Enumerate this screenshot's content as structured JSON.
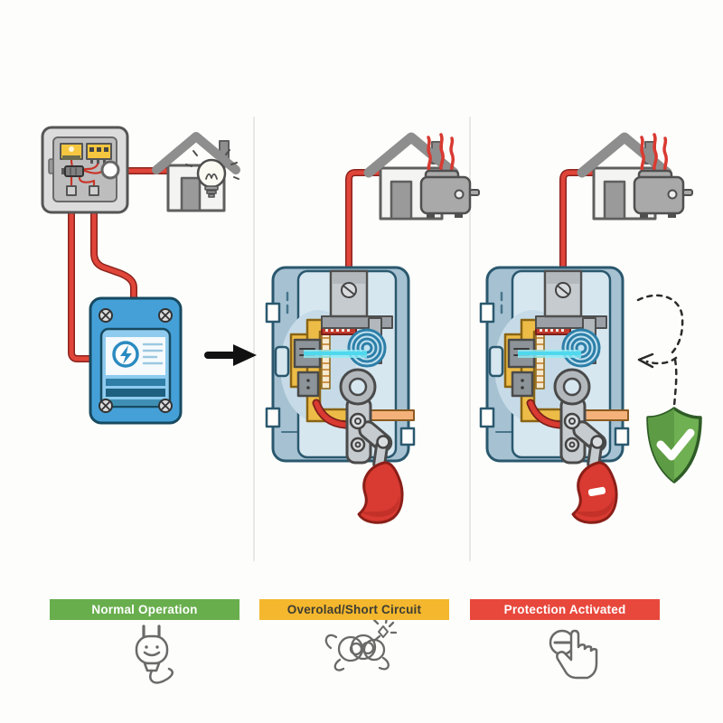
{
  "stages": [
    {
      "label": "Normal Operation",
      "bar_color": "#68ae4d",
      "text_color": "#ffffff",
      "icon": "happy-plug-icon"
    },
    {
      "label": "Overolad/Short Circuit",
      "bar_color": "#f4b72d",
      "text_color": "#3d3d33",
      "icon": "tangled-wire-spark-icon"
    },
    {
      "label": "Protection Activated",
      "bar_color": "#e8483c",
      "text_color": "#ffffff",
      "icon": "finger-press-switch-icon"
    }
  ],
  "colors": {
    "background": "#fdfdfb",
    "wire_red": "#e0453a",
    "wire_dark": "#8b231c",
    "breaker_device_blue": "#45a0d8",
    "breaker_body_blue_gray": "#a6c2d2",
    "breaker_chamber_blue": "#d6e7f0",
    "bracket_yellow": "#ecbc47",
    "coil_blue": "#2d7fa8",
    "arc_beam_cyan": "#4fd8ee",
    "handle_red": "#d93a31",
    "flame_red": "#d93a31",
    "shield_green": "#6fb052",
    "house_gray": "#8e8e8e",
    "divider_gray": "#e8e8e6"
  }
}
